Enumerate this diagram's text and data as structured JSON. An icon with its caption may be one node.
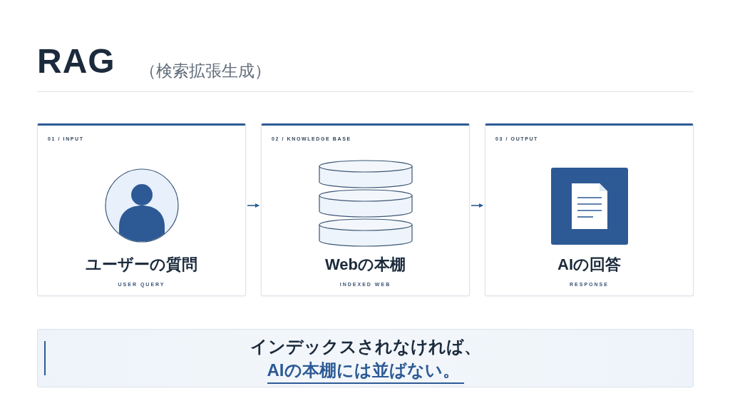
{
  "diagram": {
    "title": "RAG",
    "nodes": [
      {
        "text": [
          "01 / INPUT",
          "ユーザーの質問",
          "USER QUERY"
        ]
      },
      {
        "text": [
          "02 / KNOWLEDGE BASE",
          "Webの本棚",
          "INDEXED WEB"
        ]
      },
      {
        "text": [
          "03 / OUTPUT",
          "AIの回答",
          "RESPONSE"
        ]
      },
      {
        "text": [
          "インデックスされなければ、",
          "AIの本棚には並ばない。"
        ]
      }
    ],
    "edges": [
      {
        "from": 0,
        "to": 1,
        "arrow": "to"
      },
      {
        "from": 1,
        "to": 2,
        "arrow": "to"
      }
    ],
    "labels": [
      "（検索拡張生成）"
    ]
  }
}
